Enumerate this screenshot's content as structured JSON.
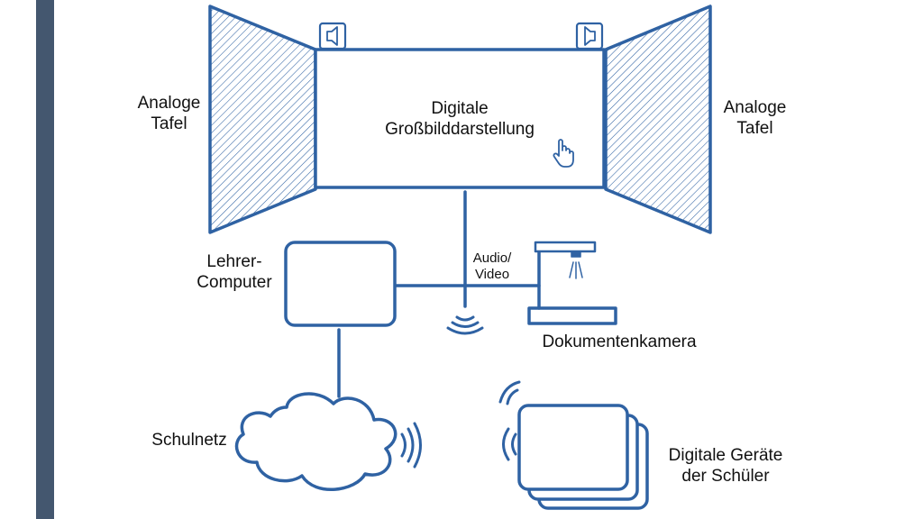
{
  "colors": {
    "line": "#2f62a3",
    "sidebar": "#44576f",
    "text": "#111111"
  },
  "labels": {
    "board_left": "Analoge\nTafel",
    "board_right": "Analoge\nTafel",
    "display": "Digitale\nGroßbilddarstellung",
    "teacher_pc": "Lehrer-\nComputer",
    "av_signal": "Audio/\nVideo",
    "doc_camera": "Dokumentenkamera",
    "network": "Schulnetz",
    "student_devices": "Digitale Geräte\nder Schüler"
  },
  "icons": {
    "speakers": "speaker-icon",
    "cursor": "hand-pointer-icon",
    "wireless": "wireless-signal-icon"
  }
}
